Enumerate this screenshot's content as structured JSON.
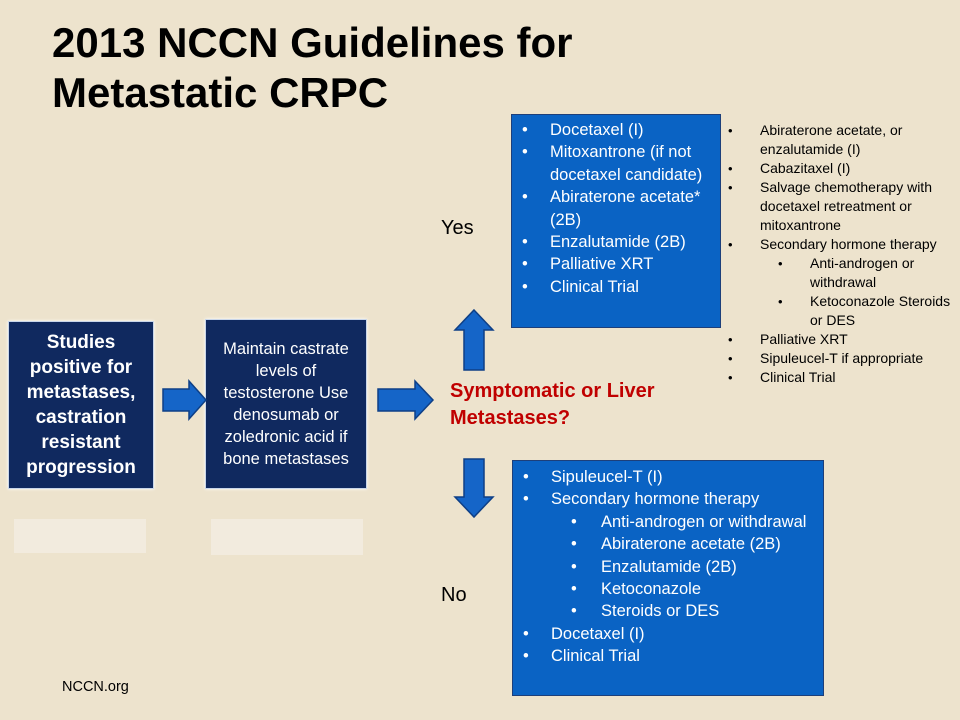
{
  "title": {
    "line1": "2013 NCCN Guidelines for",
    "line2": "Metastatic CRPC"
  },
  "studies_box": "Studies positive for metastases, castration resistant progression",
  "maintain_box": "Maintain castrate levels of testosterone Use denosumab or zoledronic acid if bone metastases",
  "question": "Symptomatic or Liver Metastases?",
  "yes_label": "Yes",
  "no_label": "No",
  "yes_box": {
    "items": [
      "Docetaxel (I)",
      "Mitoxantrone (if not docetaxel candidate)",
      "Abiraterone acetate* (2B)",
      "Enzalutamide (2B)",
      "Palliative XRT",
      "Clinical Trial"
    ]
  },
  "right_list": {
    "items": [
      "Abiraterone acetate, or enzalutamide (I)",
      "Cabazitaxel (I)",
      "Salvage chemotherapy with docetaxel retreatment or mitoxantrone",
      "Secondary hormone therapy",
      "Anti-androgen or withdrawal",
      "Ketoconazole Steroids or DES",
      "Palliative XRT",
      "Sipuleucel-T if appropriate",
      "Clinical Trial"
    ]
  },
  "no_box": {
    "items": [
      "Sipuleucel-T (I)",
      "Secondary hormone therapy",
      "Anti-androgen or withdrawal",
      "Abiraterone acetate (2B)",
      "Enzalutamide (2B)",
      "Ketoconazole",
      "Steroids or DES",
      "Docetaxel (I)",
      "Clinical Trial"
    ]
  },
  "footer": "NCCN.org",
  "colors": {
    "background": "#ede3cd",
    "dark_box": "#10295f",
    "blue_box": "#0a63c4",
    "arrow": "#1565c8",
    "question": "#c00000"
  }
}
